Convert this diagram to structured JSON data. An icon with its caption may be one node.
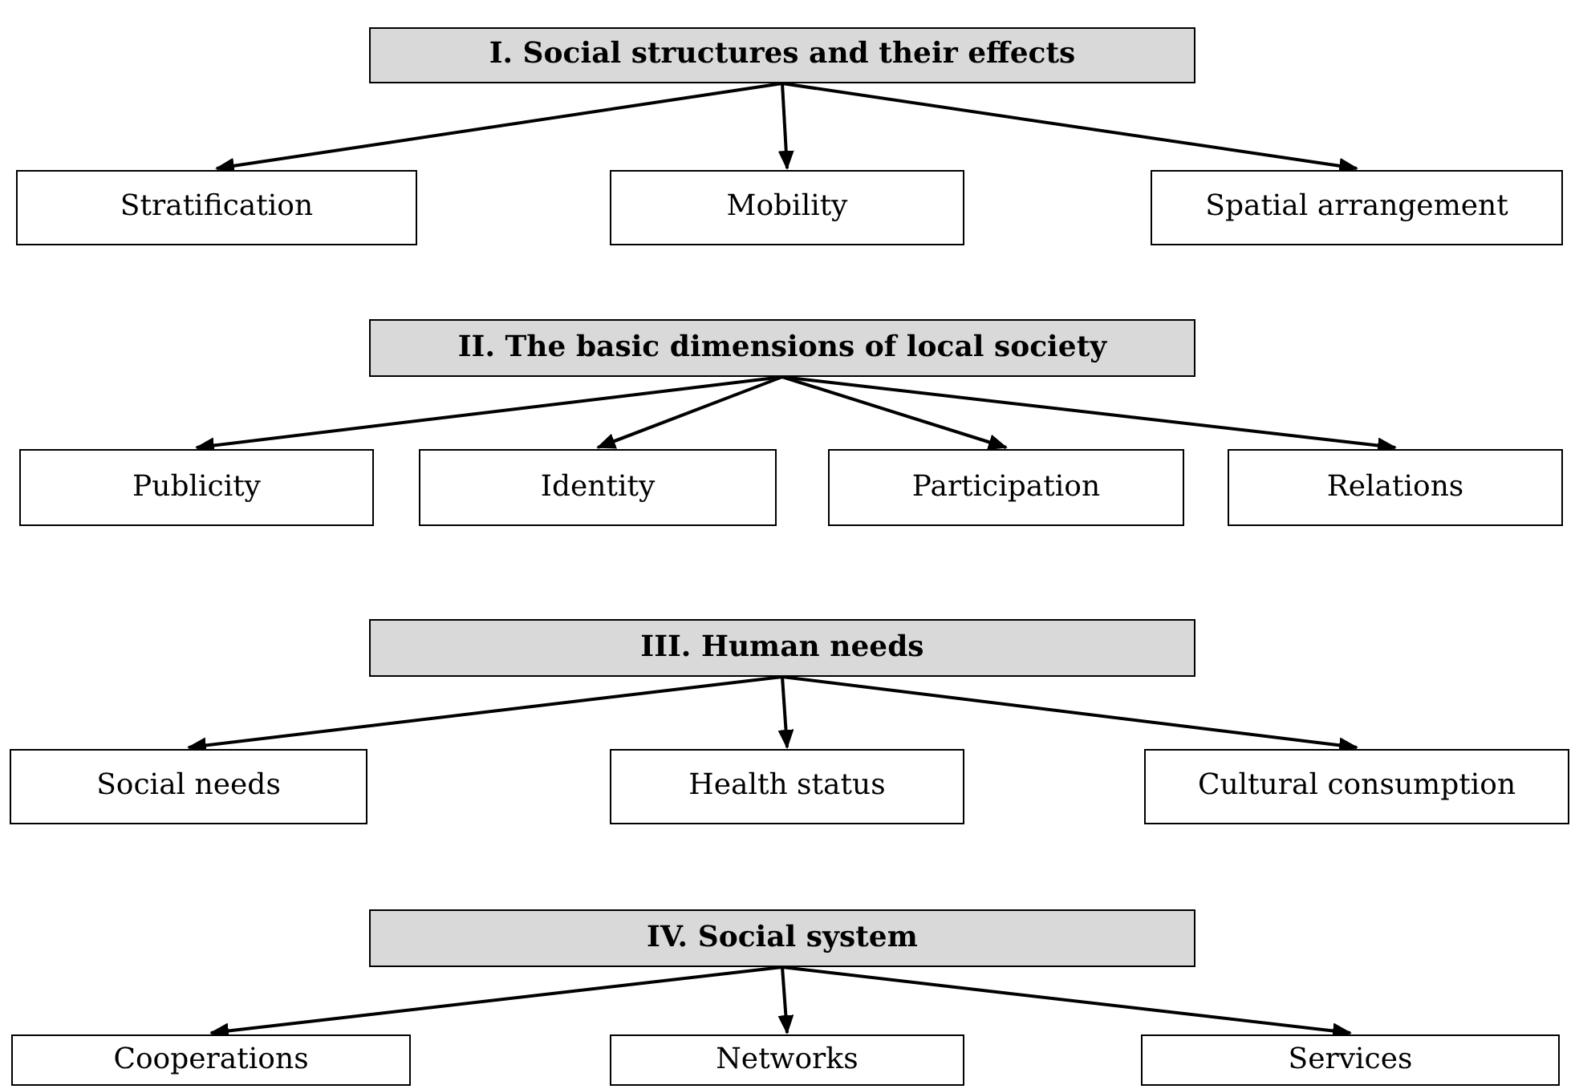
{
  "diagram": {
    "nodes": [
      {
        "text": [
          "I. Social structures and their effects"
        ]
      },
      {
        "text": [
          "Stratification"
        ]
      },
      {
        "text": [
          "Mobility"
        ]
      },
      {
        "text": [
          "Spatial arrangement"
        ]
      },
      {
        "text": [
          "II. The basic dimensions of local society"
        ]
      },
      {
        "text": [
          "Publicity"
        ]
      },
      {
        "text": [
          "Identity"
        ]
      },
      {
        "text": [
          "Participation"
        ]
      },
      {
        "text": [
          "Relations"
        ]
      },
      {
        "text": [
          "III. Human needs"
        ]
      },
      {
        "text": [
          "Social needs"
        ]
      },
      {
        "text": [
          "Health status"
        ]
      },
      {
        "text": [
          "Cultural consumption"
        ]
      },
      {
        "text": [
          "IV. Social system"
        ]
      },
      {
        "text": [
          "Cooperations"
        ]
      },
      {
        "text": [
          "Networks"
        ]
      },
      {
        "text": [
          "Services"
        ]
      }
    ],
    "edges": [
      {
        "from": 0,
        "to": 1,
        "arrow": "to"
      },
      {
        "from": 0,
        "to": 2,
        "arrow": "to"
      },
      {
        "from": 0,
        "to": 3,
        "arrow": "to"
      },
      {
        "from": 4,
        "to": 5,
        "arrow": "to"
      },
      {
        "from": 4,
        "to": 6,
        "arrow": "to"
      },
      {
        "from": 4,
        "to": 7,
        "arrow": "to"
      },
      {
        "from": 4,
        "to": 8,
        "arrow": "to"
      },
      {
        "from": 9,
        "to": 10,
        "arrow": "to"
      },
      {
        "from": 9,
        "to": 11,
        "arrow": "to"
      },
      {
        "from": 9,
        "to": 12,
        "arrow": "to"
      },
      {
        "from": 13,
        "to": 14,
        "arrow": "to"
      },
      {
        "from": 13,
        "to": 15,
        "arrow": "to"
      },
      {
        "from": 13,
        "to": 16,
        "arrow": "to"
      }
    ]
  }
}
